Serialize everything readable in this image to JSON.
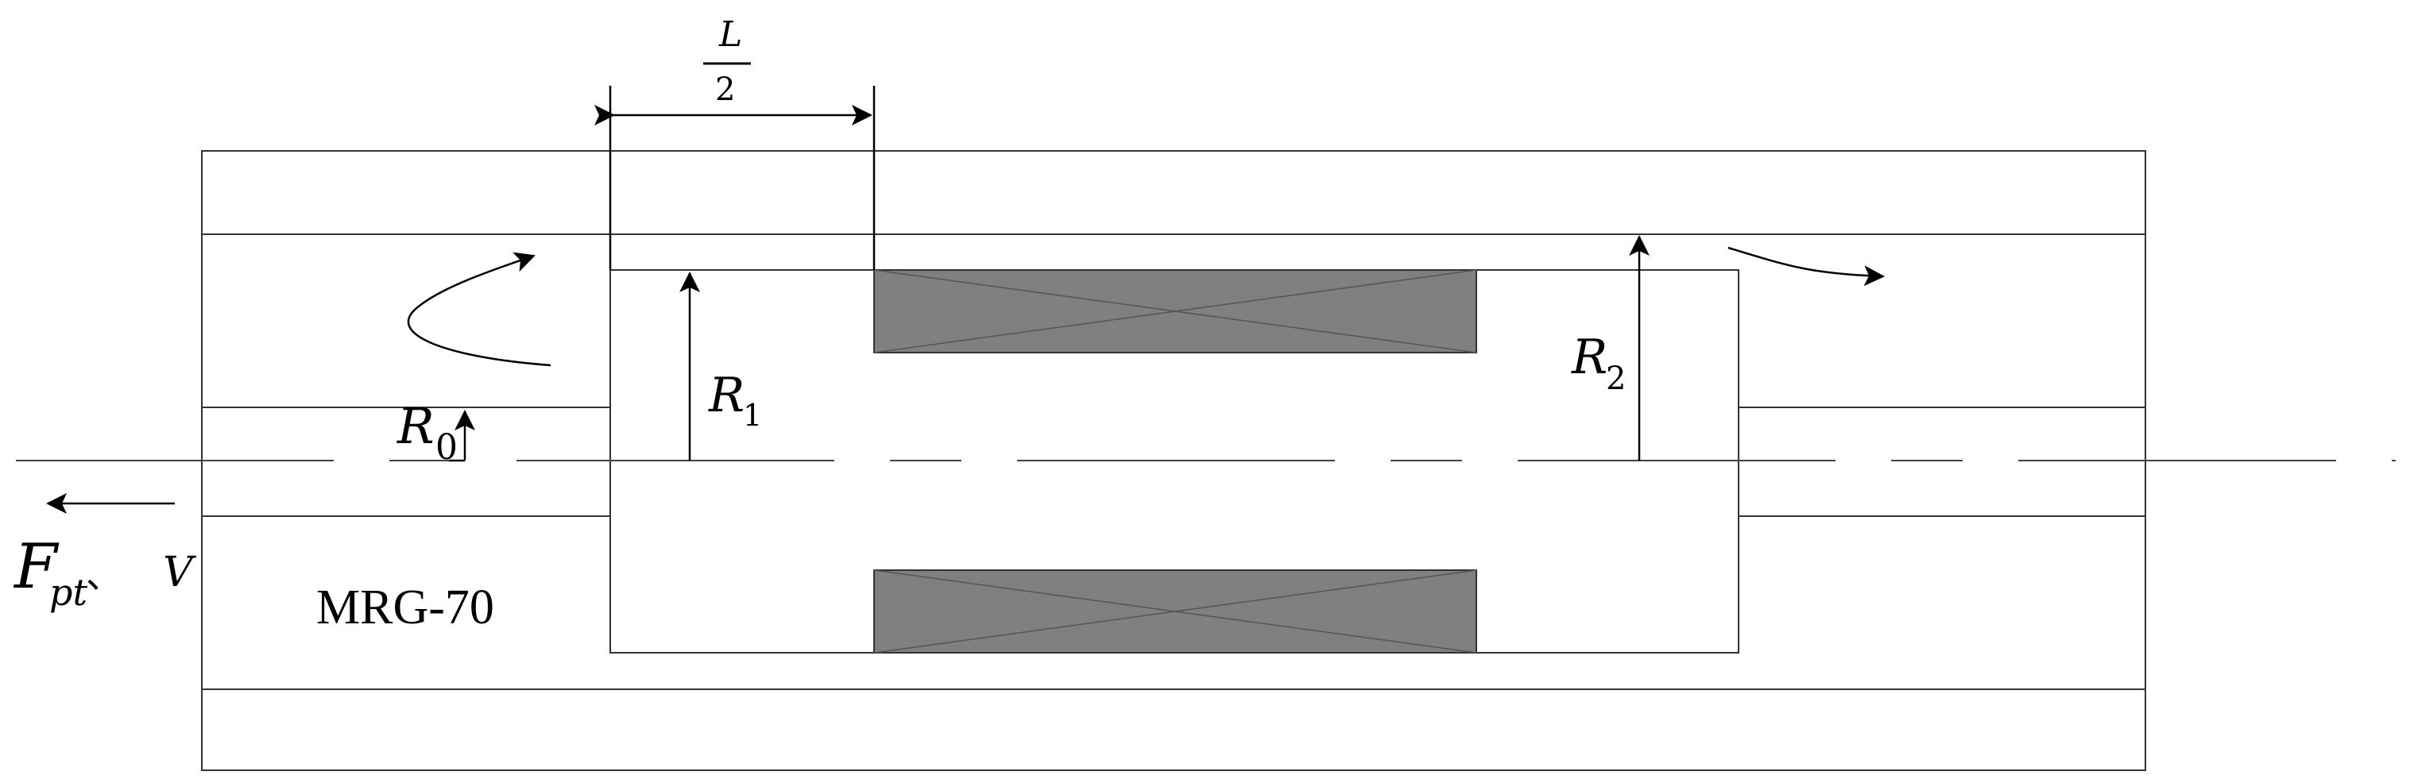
{
  "labels": {
    "half_length_numerator": "L",
    "half_length_denominator": "2",
    "r0_main": "R",
    "r0_sub": "0",
    "r1_main": "R",
    "r1_sub": "1",
    "r2_main": "R",
    "r2_sub": "2",
    "force_main": "F",
    "force_sub": "pt",
    "separator": "、",
    "velocity": "V",
    "model_name": "MRG-70"
  },
  "colors": {
    "coil_fill": "#808080",
    "outline": "#333333",
    "background": "#ffffff"
  }
}
